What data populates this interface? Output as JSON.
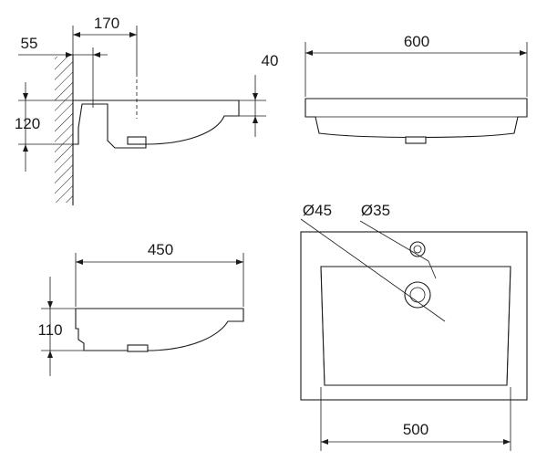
{
  "dimensions": {
    "wall_offset": "55",
    "depth_to_tap": "170",
    "rim_thickness": "40",
    "overall_height": "120",
    "overall_width": "600",
    "tap_hole": "Ø35",
    "drain_hole": "Ø45",
    "depth": "450",
    "side_height": "110",
    "bowl_width": "500"
  }
}
